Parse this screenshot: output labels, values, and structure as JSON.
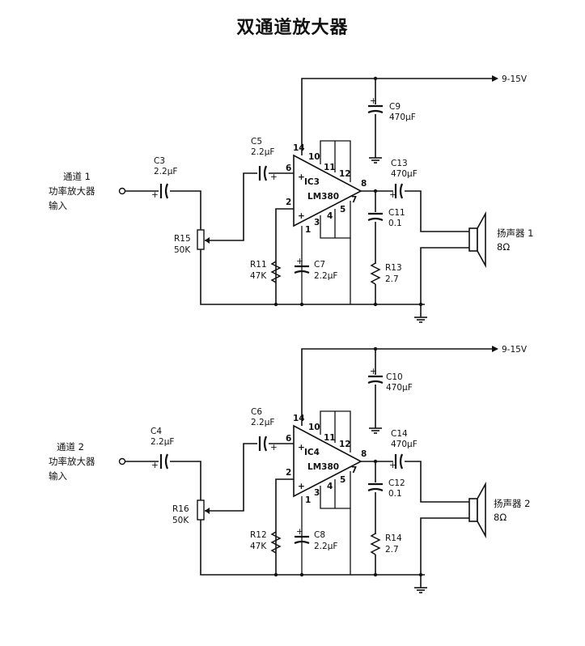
{
  "title": "双通道放大器",
  "channels": [
    {
      "input_label": [
        "通道 1",
        "功率放大器",
        "输入"
      ],
      "speaker_label": [
        "扬声器 1",
        "8Ω"
      ],
      "supply": "9-15V",
      "ic": [
        "IC3",
        "LM380"
      ],
      "c_in": [
        "C3",
        "2.2μF"
      ],
      "pot": [
        "R15",
        "50K"
      ],
      "c_pin6": [
        "C5",
        "2.2μF"
      ],
      "c_supply": [
        "C9",
        "470μF"
      ],
      "c_out": [
        "C13",
        "470μF"
      ],
      "c_zobel": [
        "C11",
        "0.1"
      ],
      "r_zobel": [
        "R13",
        "2.7"
      ],
      "r_bias": [
        "R11",
        "47K"
      ],
      "c_bias": [
        "C7",
        "2.2μF"
      ]
    },
    {
      "input_label": [
        "通道 2",
        "功率放大器",
        "输入"
      ],
      "speaker_label": [
        "扬声器 2",
        "8Ω"
      ],
      "supply": "9-15V",
      "ic": [
        "IC4",
        "LM380"
      ],
      "c_in": [
        "C4",
        "2.2μF"
      ],
      "pot": [
        "R16",
        "50K"
      ],
      "c_pin6": [
        "C6",
        "2.2μF"
      ],
      "c_supply": [
        "C10",
        "470μF"
      ],
      "c_out": [
        "C14",
        "470μF"
      ],
      "c_zobel": [
        "C12",
        "0.1"
      ],
      "r_zobel": [
        "R14",
        "2.7"
      ],
      "r_bias": [
        "R12",
        "47K"
      ],
      "c_bias": [
        "C8",
        "2.2μF"
      ]
    }
  ],
  "pins": [
    "14",
    "6",
    "2",
    "10",
    "11",
    "12",
    "8",
    "7",
    "1",
    "3",
    "4",
    "5"
  ],
  "polarity": "+"
}
